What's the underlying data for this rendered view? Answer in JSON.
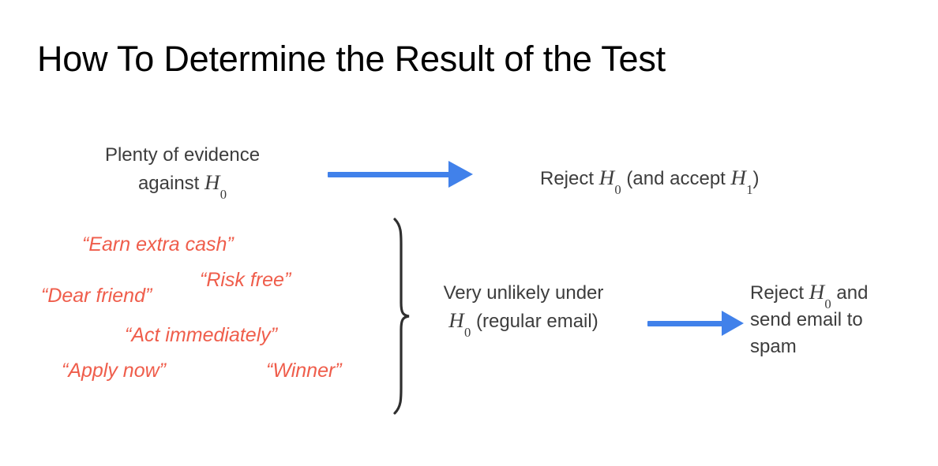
{
  "slide": {
    "title": "How To Determine the Result of the Test",
    "background_color": "#ffffff",
    "text_color": "#3d3d3d",
    "title_color": "#000000",
    "accent_blue": "#4181ea",
    "spam_red": "#ef5d4b"
  },
  "flow_top": {
    "source_line1": "Plenty of evidence",
    "source_line2_prefix": "against ",
    "source_symbol": "H",
    "source_symbol_sub": "0",
    "arrow": "right-arrow",
    "result_prefix": "Reject ",
    "result_symbol": "H",
    "result_symbol_sub": "0",
    "result_middle": " (and accept ",
    "result_symbol2": "H",
    "result_symbol2_sub": "1",
    "result_suffix": ")"
  },
  "spam_phrases": [
    "“Earn extra cash”",
    "“Risk free”",
    "“Dear friend”",
    "“Act immediately”",
    "“Apply now”",
    "“Winner”"
  ],
  "flow_bottom": {
    "brace": "right-curly-brace",
    "middle_line1": "Very unlikely under",
    "middle_symbol": "H",
    "middle_symbol_sub": "0",
    "middle_line2_suffix": " (regular email)",
    "arrow": "right-arrow",
    "result_line1_prefix": "Reject ",
    "result_symbol": "H",
    "result_symbol_sub": "0",
    "result_line1_suffix": " and",
    "result_line2": "send email to",
    "result_line3": "spam"
  }
}
